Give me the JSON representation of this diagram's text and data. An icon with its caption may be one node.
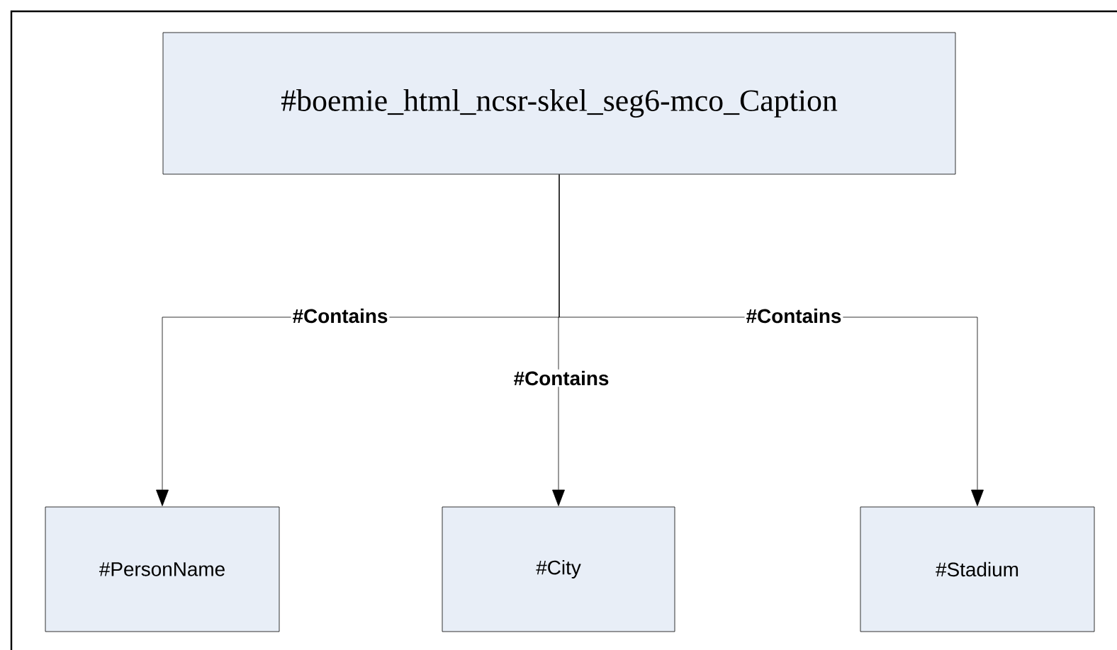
{
  "diagram": {
    "nodes": [
      {
        "text": [
          "#boemie_html_ncsr-skel_seg6-mco_Caption"
        ]
      },
      {
        "text": [
          "#PersonName"
        ]
      },
      {
        "text": [
          "#City"
        ]
      },
      {
        "text": [
          "#Stadium"
        ]
      }
    ],
    "edges": [
      {
        "from": 0,
        "to": 1,
        "arrow": "to",
        "label": "#Contains"
      },
      {
        "from": 0,
        "to": 2,
        "arrow": "to",
        "label": "#Contains"
      },
      {
        "from": 0,
        "to": 3,
        "arrow": "to",
        "label": "#Contains"
      }
    ]
  }
}
